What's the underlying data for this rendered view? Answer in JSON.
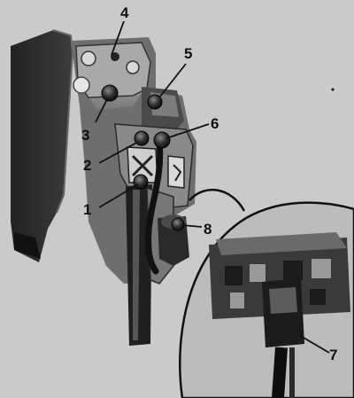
{
  "callouts": {
    "c1": "1",
    "c2": "2",
    "c3": "3",
    "c4": "4",
    "c5": "5",
    "c6": "6",
    "c7": "7",
    "c8": "8"
  },
  "colors": {
    "background": "#cfcfcf",
    "part_dark": "#1c1c1c",
    "part_mid": "#5a5a5a",
    "part_light": "#a8a8a8",
    "bolt": "#2a2a2a"
  }
}
